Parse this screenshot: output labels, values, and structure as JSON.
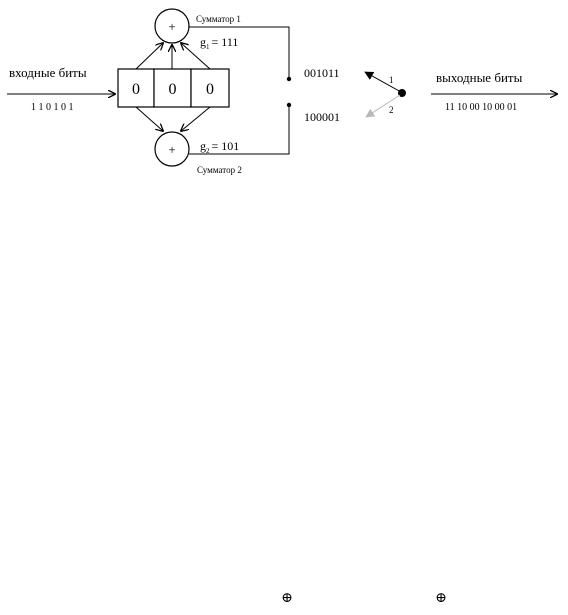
{
  "input": {
    "label": "входные биты",
    "bits": "1 1 0 1 0 1"
  },
  "register": {
    "cells": [
      "0",
      "0",
      "0"
    ]
  },
  "adder1": {
    "symbol": "+",
    "name": "Сумматор 1",
    "g_letter": "g",
    "g_sub": "1",
    "g_value": "= 111",
    "stream": "001011"
  },
  "adder2": {
    "symbol": "+",
    "name": "Сумматор 2",
    "g_letter": "g",
    "g_sub": "2",
    "g_value": "= 101",
    "stream": "100001"
  },
  "switch": {
    "pos1": "1",
    "pos2": "2"
  },
  "output": {
    "label": "выходные биты",
    "bits": "11 10 00 10 00 01"
  },
  "footer_symbols": [
    "⊕",
    "⊕"
  ]
}
